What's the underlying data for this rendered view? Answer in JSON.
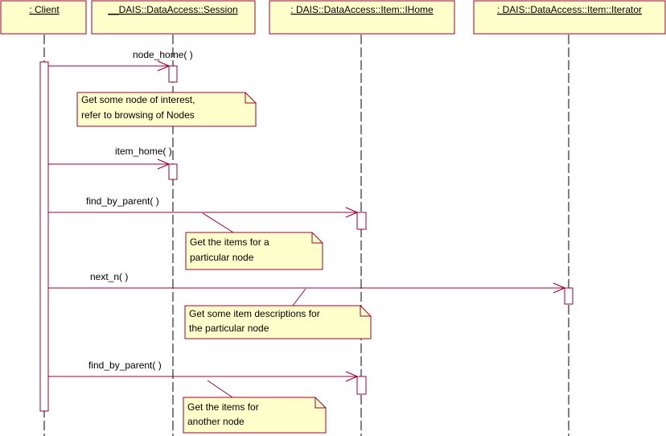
{
  "colors": {
    "line": "#990033",
    "lifeline": "#000000",
    "note_fill": "#ffffcc",
    "box_fill": "#ffffcc",
    "activation_fill": "#ffffff"
  },
  "participants": [
    {
      "id": "client",
      "label": ": Client"
    },
    {
      "id": "session",
      "label": "__DAIS::DataAccess::Session"
    },
    {
      "id": "ihome",
      "label": ": DAIS::DataAccess::Item::IHome"
    },
    {
      "id": "iterator",
      "label": ": DAIS::DataAccess::Item::Iterator"
    }
  ],
  "messages": [
    {
      "id": "m1",
      "label": "node_home( )",
      "from": "client",
      "to": "session"
    },
    {
      "id": "m2",
      "label": "item_home( )",
      "from": "client",
      "to": "session"
    },
    {
      "id": "m3",
      "label": "find_by_parent( )",
      "from": "client",
      "to": "ihome"
    },
    {
      "id": "m4",
      "label": "next_n( )",
      "from": "client",
      "to": "iterator"
    },
    {
      "id": "m5",
      "label": "find_by_parent( )",
      "from": "client",
      "to": "ihome"
    }
  ],
  "notes": [
    {
      "id": "n1",
      "lines": [
        "Get some node of interest,",
        "refer to browsing of Nodes"
      ]
    },
    {
      "id": "n2",
      "lines": [
        "Get the items for a",
        "particular node"
      ],
      "anchor": "m3"
    },
    {
      "id": "n3",
      "lines": [
        "Get some item descriptions for",
        "the particular node"
      ],
      "anchor": "m4"
    },
    {
      "id": "n4",
      "lines": [
        "Get the items for",
        "another node"
      ],
      "anchor": "m5"
    }
  ]
}
